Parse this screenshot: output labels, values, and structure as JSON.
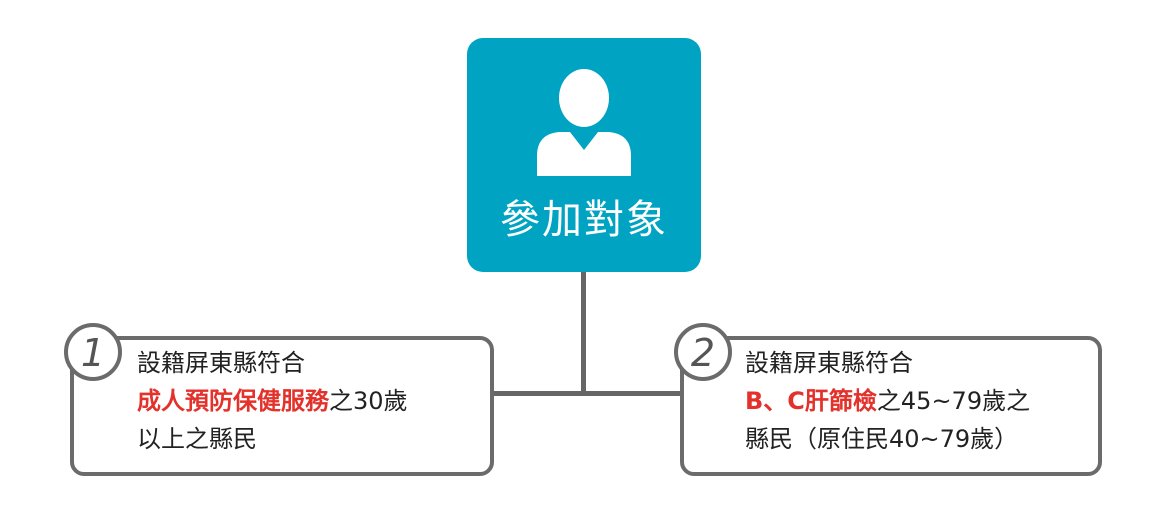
{
  "header": {
    "title": "參加對象",
    "icon": "person-icon",
    "bg_color": "#00a4c2"
  },
  "criteria": [
    {
      "number": "1",
      "line1": "設籍屏東縣符合",
      "line2_highlight": "成人預防保健服務",
      "line2_rest": "之30歲",
      "line3": "以上之縣民"
    },
    {
      "number": "2",
      "line1": "設籍屏東縣符合",
      "line2_highlight": "B、C肝篩檢",
      "line2_rest": "之45~79歲之",
      "line3": "縣民（原住民40~79歲）"
    }
  ],
  "colors": {
    "accent": "#00a4c2",
    "highlight": "#e3312c",
    "border": "#6b6b6b"
  }
}
